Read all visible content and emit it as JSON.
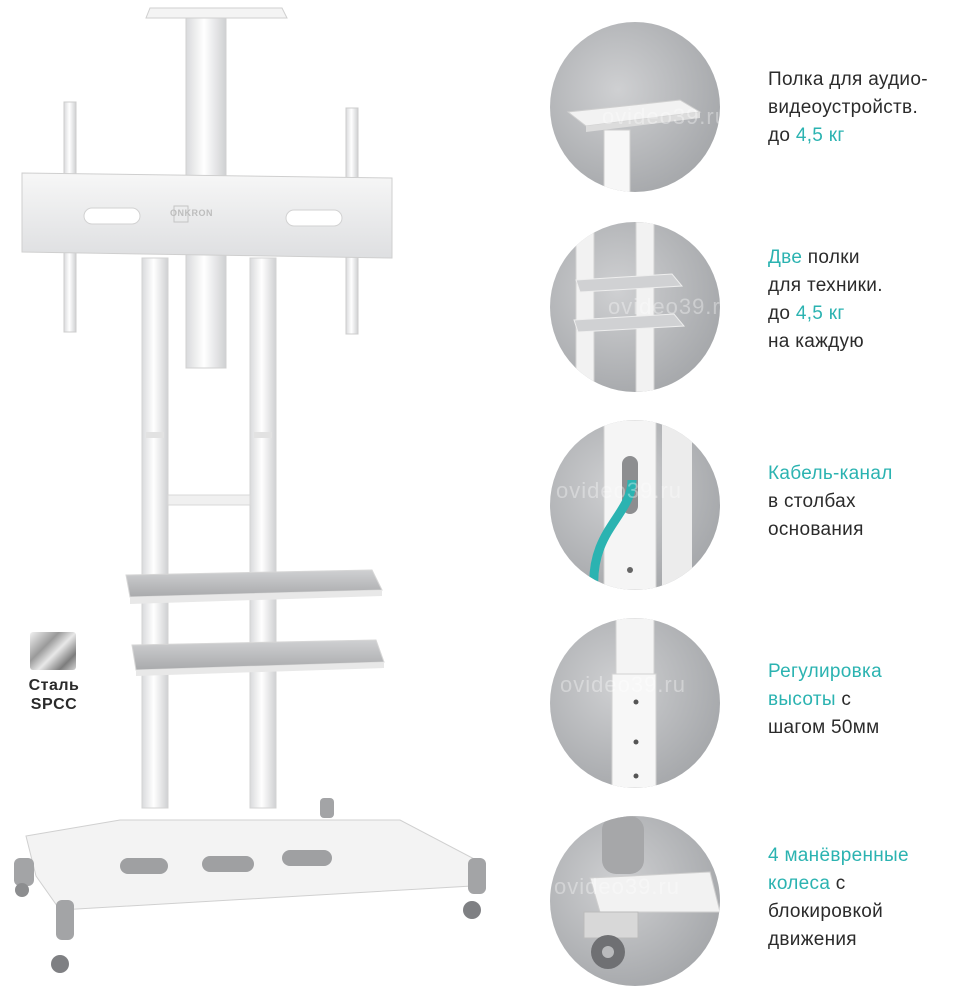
{
  "accent_color": "#2bb3b1",
  "brand_logo": "ONKRON",
  "watermark": "ovideo39.ru",
  "steel": {
    "line1": "Сталь",
    "line2": "SPCC"
  },
  "features": [
    {
      "lines": [
        [
          {
            "t": "Полка для аудио-",
            "a": false
          }
        ],
        [
          {
            "t": "видеоустройств.",
            "a": false
          }
        ],
        [
          {
            "t": "до ",
            "a": false
          },
          {
            "t": "4,5 кг",
            "a": true
          }
        ]
      ]
    },
    {
      "lines": [
        [
          {
            "t": "Две",
            "a": true
          },
          {
            "t": " полки",
            "a": false
          }
        ],
        [
          {
            "t": "для техники.",
            "a": false
          }
        ],
        [
          {
            "t": "до ",
            "a": false
          },
          {
            "t": "4,5 кг",
            "a": true
          }
        ],
        [
          {
            "t": "на каждую",
            "a": false
          }
        ]
      ]
    },
    {
      "lines": [
        [
          {
            "t": "Кабель-канал",
            "a": true
          }
        ],
        [
          {
            "t": "в столбах",
            "a": false
          }
        ],
        [
          {
            "t": "основания",
            "a": false
          }
        ]
      ]
    },
    {
      "lines": [
        [
          {
            "t": "Регулировка",
            "a": true
          }
        ],
        [
          {
            "t": "высоты",
            "a": true
          },
          {
            "t": " с",
            "a": false
          }
        ],
        [
          {
            "t": "шагом 50мм",
            "a": false
          }
        ]
      ]
    },
    {
      "lines": [
        [
          {
            "t": "4 манёвренные",
            "a": true
          }
        ],
        [
          {
            "t": "колеса",
            "a": true
          },
          {
            "t": " с",
            "a": false
          }
        ],
        [
          {
            "t": "блокировкой",
            "a": false
          }
        ],
        [
          {
            "t": "движения",
            "a": false
          }
        ]
      ]
    }
  ]
}
